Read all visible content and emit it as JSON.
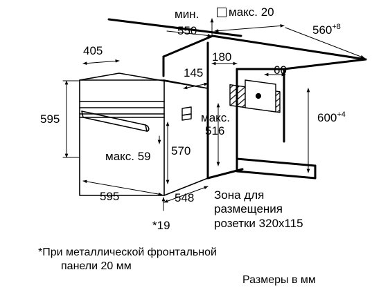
{
  "labels": {
    "min_word": "мин.",
    "min_depth": "550",
    "max_word_top": "макс. 20",
    "niche_width": "560",
    "niche_width_tol": "+8",
    "oven_depth": "405",
    "rear_gap": "180",
    "handle_gap": "145",
    "vent_width": "60",
    "oven_height": "595",
    "max_word_mid": "макс.",
    "vent_height": "516",
    "niche_height": "600",
    "niche_height_tol": "+4",
    "max_handle": "макс. 59",
    "body_height": "570",
    "oven_width": "595",
    "body_depth": "548",
    "front_note": "*19",
    "socket_zone": [
      "Зона для",
      "размещения",
      "розетки 320x115"
    ]
  },
  "footnote": [
    "*При металлической фронтальной",
    "панели 20 мм"
  ],
  "units_note": "Размеры в мм",
  "colors": {
    "line": "#000000",
    "background": "#ffffff"
  }
}
